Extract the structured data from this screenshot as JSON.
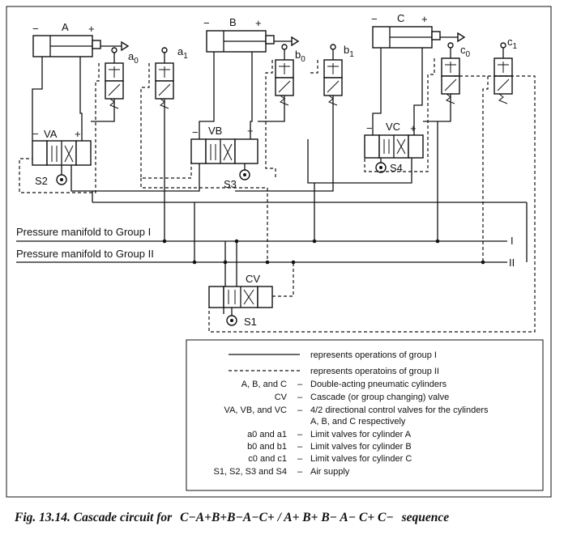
{
  "cylinders": {
    "A": "A",
    "B": "B",
    "C": "C",
    "minus": "−",
    "plus": "+"
  },
  "limit_valves": {
    "a0": "a",
    "a0_sub": "0",
    "a1": "a",
    "a1_sub": "1",
    "b0": "b",
    "b0_sub": "0",
    "b1": "b",
    "b1_sub": "1",
    "c0": "c",
    "c0_sub": "0",
    "c1": "c",
    "c1_sub": "1"
  },
  "control_valves": {
    "VA": "VA",
    "VB": "VB",
    "VC": "VC",
    "CV": "CV"
  },
  "supplies": {
    "S1": "S1",
    "S2": "S2",
    "S3": "S3",
    "S4": "S4"
  },
  "manifolds": {
    "group1_label": "Pressure manifold to Group I",
    "group2_label": "Pressure manifold to Group II",
    "group1_end": "I",
    "group2_end": "II"
  },
  "legend": {
    "solid_line": "represents operations of group I",
    "dashed_line": "represents operatoins of group II",
    "rows": [
      {
        "key": "A, B, and C",
        "dash": "–",
        "desc": "Double-acting pneumatic cylinders"
      },
      {
        "key": "CV",
        "dash": "–",
        "desc": "Cascade (or group changing) valve"
      },
      {
        "key": "VA, VB, and VC",
        "dash": "–",
        "desc": "4/2 directional control valves for the cylinders"
      },
      {
        "key": "",
        "dash": "",
        "desc": "A, B, and C respectively"
      },
      {
        "key": "a0 and a1",
        "dash": "–",
        "desc": "Limit valves for cylinder A"
      },
      {
        "key": "b0 and b1",
        "dash": "–",
        "desc": "Limit valves for cylinder B"
      },
      {
        "key": "c0 and c1",
        "dash": "–",
        "desc": "Limit valves for cylinder C"
      },
      {
        "key": "S1, S2, S3 and S4",
        "dash": "–",
        "desc": "Air supply"
      }
    ]
  },
  "caption": {
    "prefix": "Fig. 13.14. Cascade circuit for",
    "sequence": "C−A+B+B−A−C+ / A+ B+ B− A− C+ C−",
    "suffix": "sequence"
  }
}
